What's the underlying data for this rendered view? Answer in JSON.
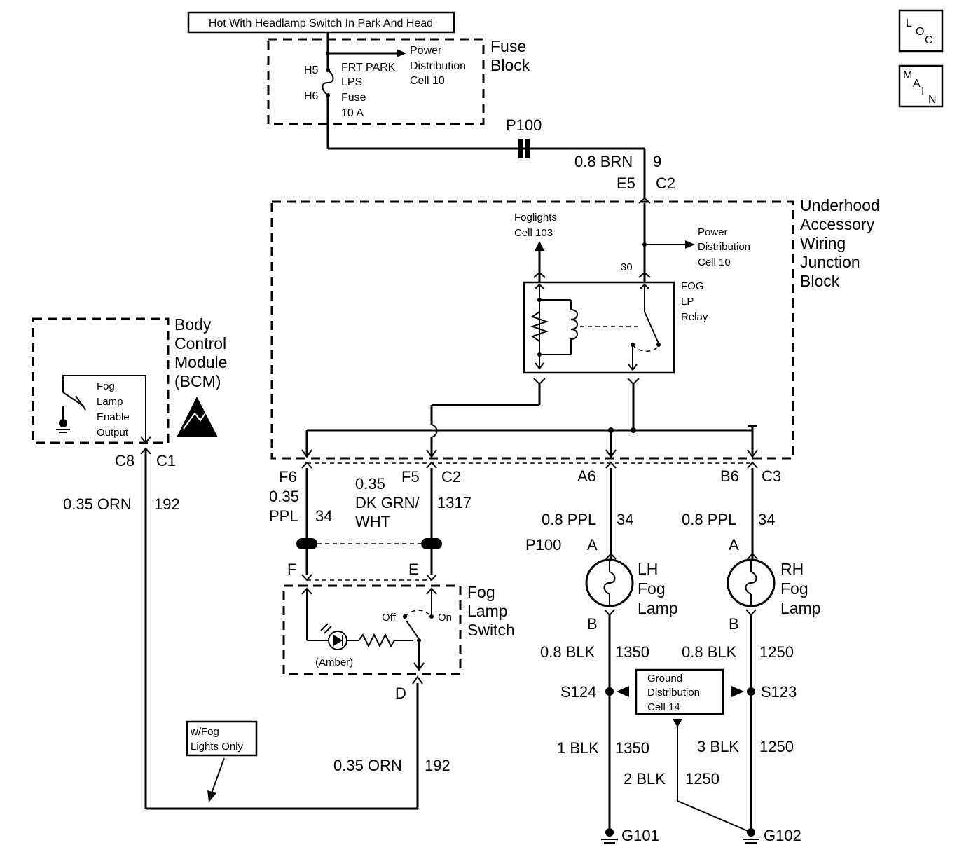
{
  "header": {
    "supply_label": "Hot With Headlamp Switch In Park And Head"
  },
  "nav": {
    "loc": [
      "L",
      "O",
      "C"
    ],
    "main": [
      "M",
      "A",
      "I",
      "N"
    ]
  },
  "fuse_block": {
    "title": [
      "Fuse",
      "Block"
    ],
    "pin_top": "H5",
    "pin_bottom": "H6",
    "fuse_name": [
      "FRT PARK",
      "LPS",
      "Fuse",
      "10 A"
    ],
    "power_ref": [
      "Power",
      "Distribution",
      "Cell 10"
    ]
  },
  "p100_top": {
    "label": "P100",
    "wire": "0.8 BRN",
    "circuit": "9",
    "conn_left": "E5",
    "conn_right": "C2"
  },
  "junction_block": {
    "title": [
      "Underhood",
      "Accessory",
      "Wiring",
      "Junction",
      "Block"
    ],
    "foglights_ref": [
      "Foglights",
      "Cell 103"
    ],
    "power_ref": [
      "Power",
      "Distribution",
      "Cell 10"
    ],
    "relay_pin": "30",
    "relay_name": [
      "FOG",
      "LP",
      "Relay"
    ]
  },
  "bcm": {
    "title": [
      "Body",
      "Control",
      "Module",
      "(BCM)"
    ],
    "output": [
      "Fog",
      "Lamp",
      "Enable",
      "Output"
    ],
    "conn_left": "C8",
    "conn_right": "C1",
    "wire": "0.35 ORN",
    "circuit": "192"
  },
  "switch_connectors": {
    "f6": "F6",
    "f5": "F5",
    "c2": "C2",
    "f6_wire": [
      "0.35",
      "PPL"
    ],
    "f6_circuit": "34",
    "f5_wire": [
      "0.35",
      "DK GRN/",
      "WHT"
    ],
    "f5_circuit": "1317",
    "pin_f": "F",
    "pin_e": "E"
  },
  "fog_switch": {
    "title": [
      "Fog",
      "Lamp",
      "Switch"
    ],
    "off": "Off",
    "on": "On",
    "lamp_color": "(Amber)",
    "pin_d": "D",
    "wire": "0.35 ORN",
    "circuit": "192"
  },
  "option_note": [
    "w/Fog",
    "Lights Only"
  ],
  "lh": {
    "conn": "A6",
    "wire": "0.8 PPL",
    "circuit": "34",
    "p100": "P100",
    "pin_a": "A",
    "name": [
      "LH",
      "Fog",
      "Lamp"
    ],
    "pin_b": "B",
    "gnd_wire": "0.8 BLK",
    "gnd_circuit": "1350",
    "splice": "S124",
    "lower_wire": "1 BLK",
    "lower_circuit": "1350",
    "ground": "G101"
  },
  "rh": {
    "conn_left": "B6",
    "conn_right": "C3",
    "wire": "0.8 PPL",
    "circuit": "34",
    "pin_a": "A",
    "name": [
      "RH",
      "Fog",
      "Lamp"
    ],
    "pin_b": "B",
    "gnd_wire": "0.8 BLK",
    "gnd_circuit": "1250",
    "splice": "S123",
    "lower_wire": "3 BLK",
    "lower_circuit": "1250",
    "ground": "G102"
  },
  "ground_dist": {
    "label": [
      "Ground",
      "Distribution",
      "Cell 14"
    ],
    "wire": "2 BLK",
    "circuit": "1250"
  }
}
